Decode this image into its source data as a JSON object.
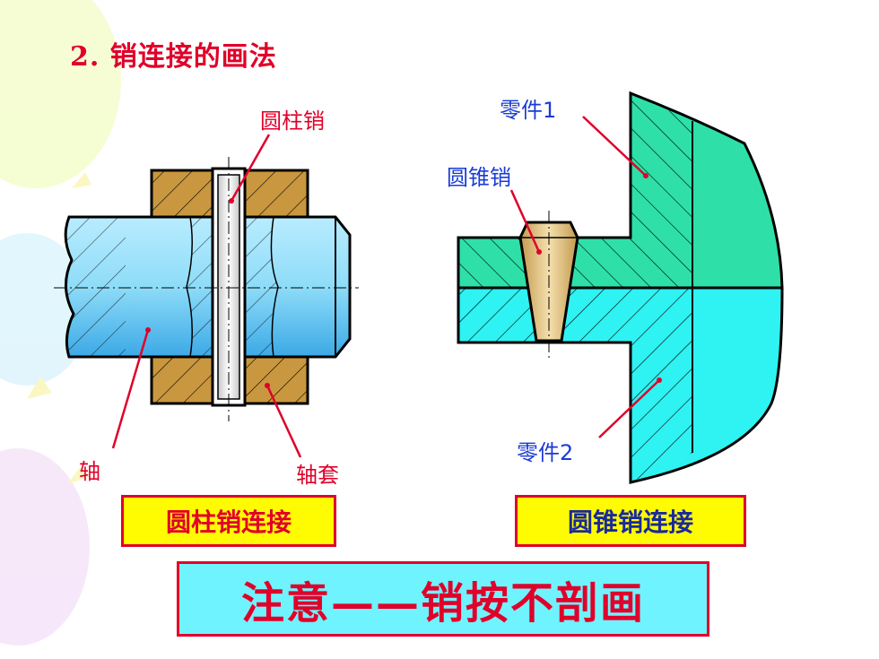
{
  "title": "2. 销连接的画法",
  "left_figure": {
    "label_pin": "圆柱销",
    "label_shaft": "轴",
    "label_sleeve": "轴套",
    "caption": "圆柱销连接"
  },
  "right_figure": {
    "label_part1": "零件1",
    "label_pin": "圆锥销",
    "label_part2": "零件2",
    "caption": "圆锥销连接"
  },
  "note": "注意——销按不剖画",
  "colors": {
    "title_red": "#e0002a",
    "label_blue": "#1a3bd6",
    "caption_bg": "#fffb00",
    "note_bg": "#6ff3ff",
    "sleeve_brown": "#c9973f",
    "shaft_blue": "#7fd3f5",
    "part1_green": "#2ee0a8",
    "part2_cyan": "#2ff2f2",
    "taper_pin": "#d9b878"
  }
}
